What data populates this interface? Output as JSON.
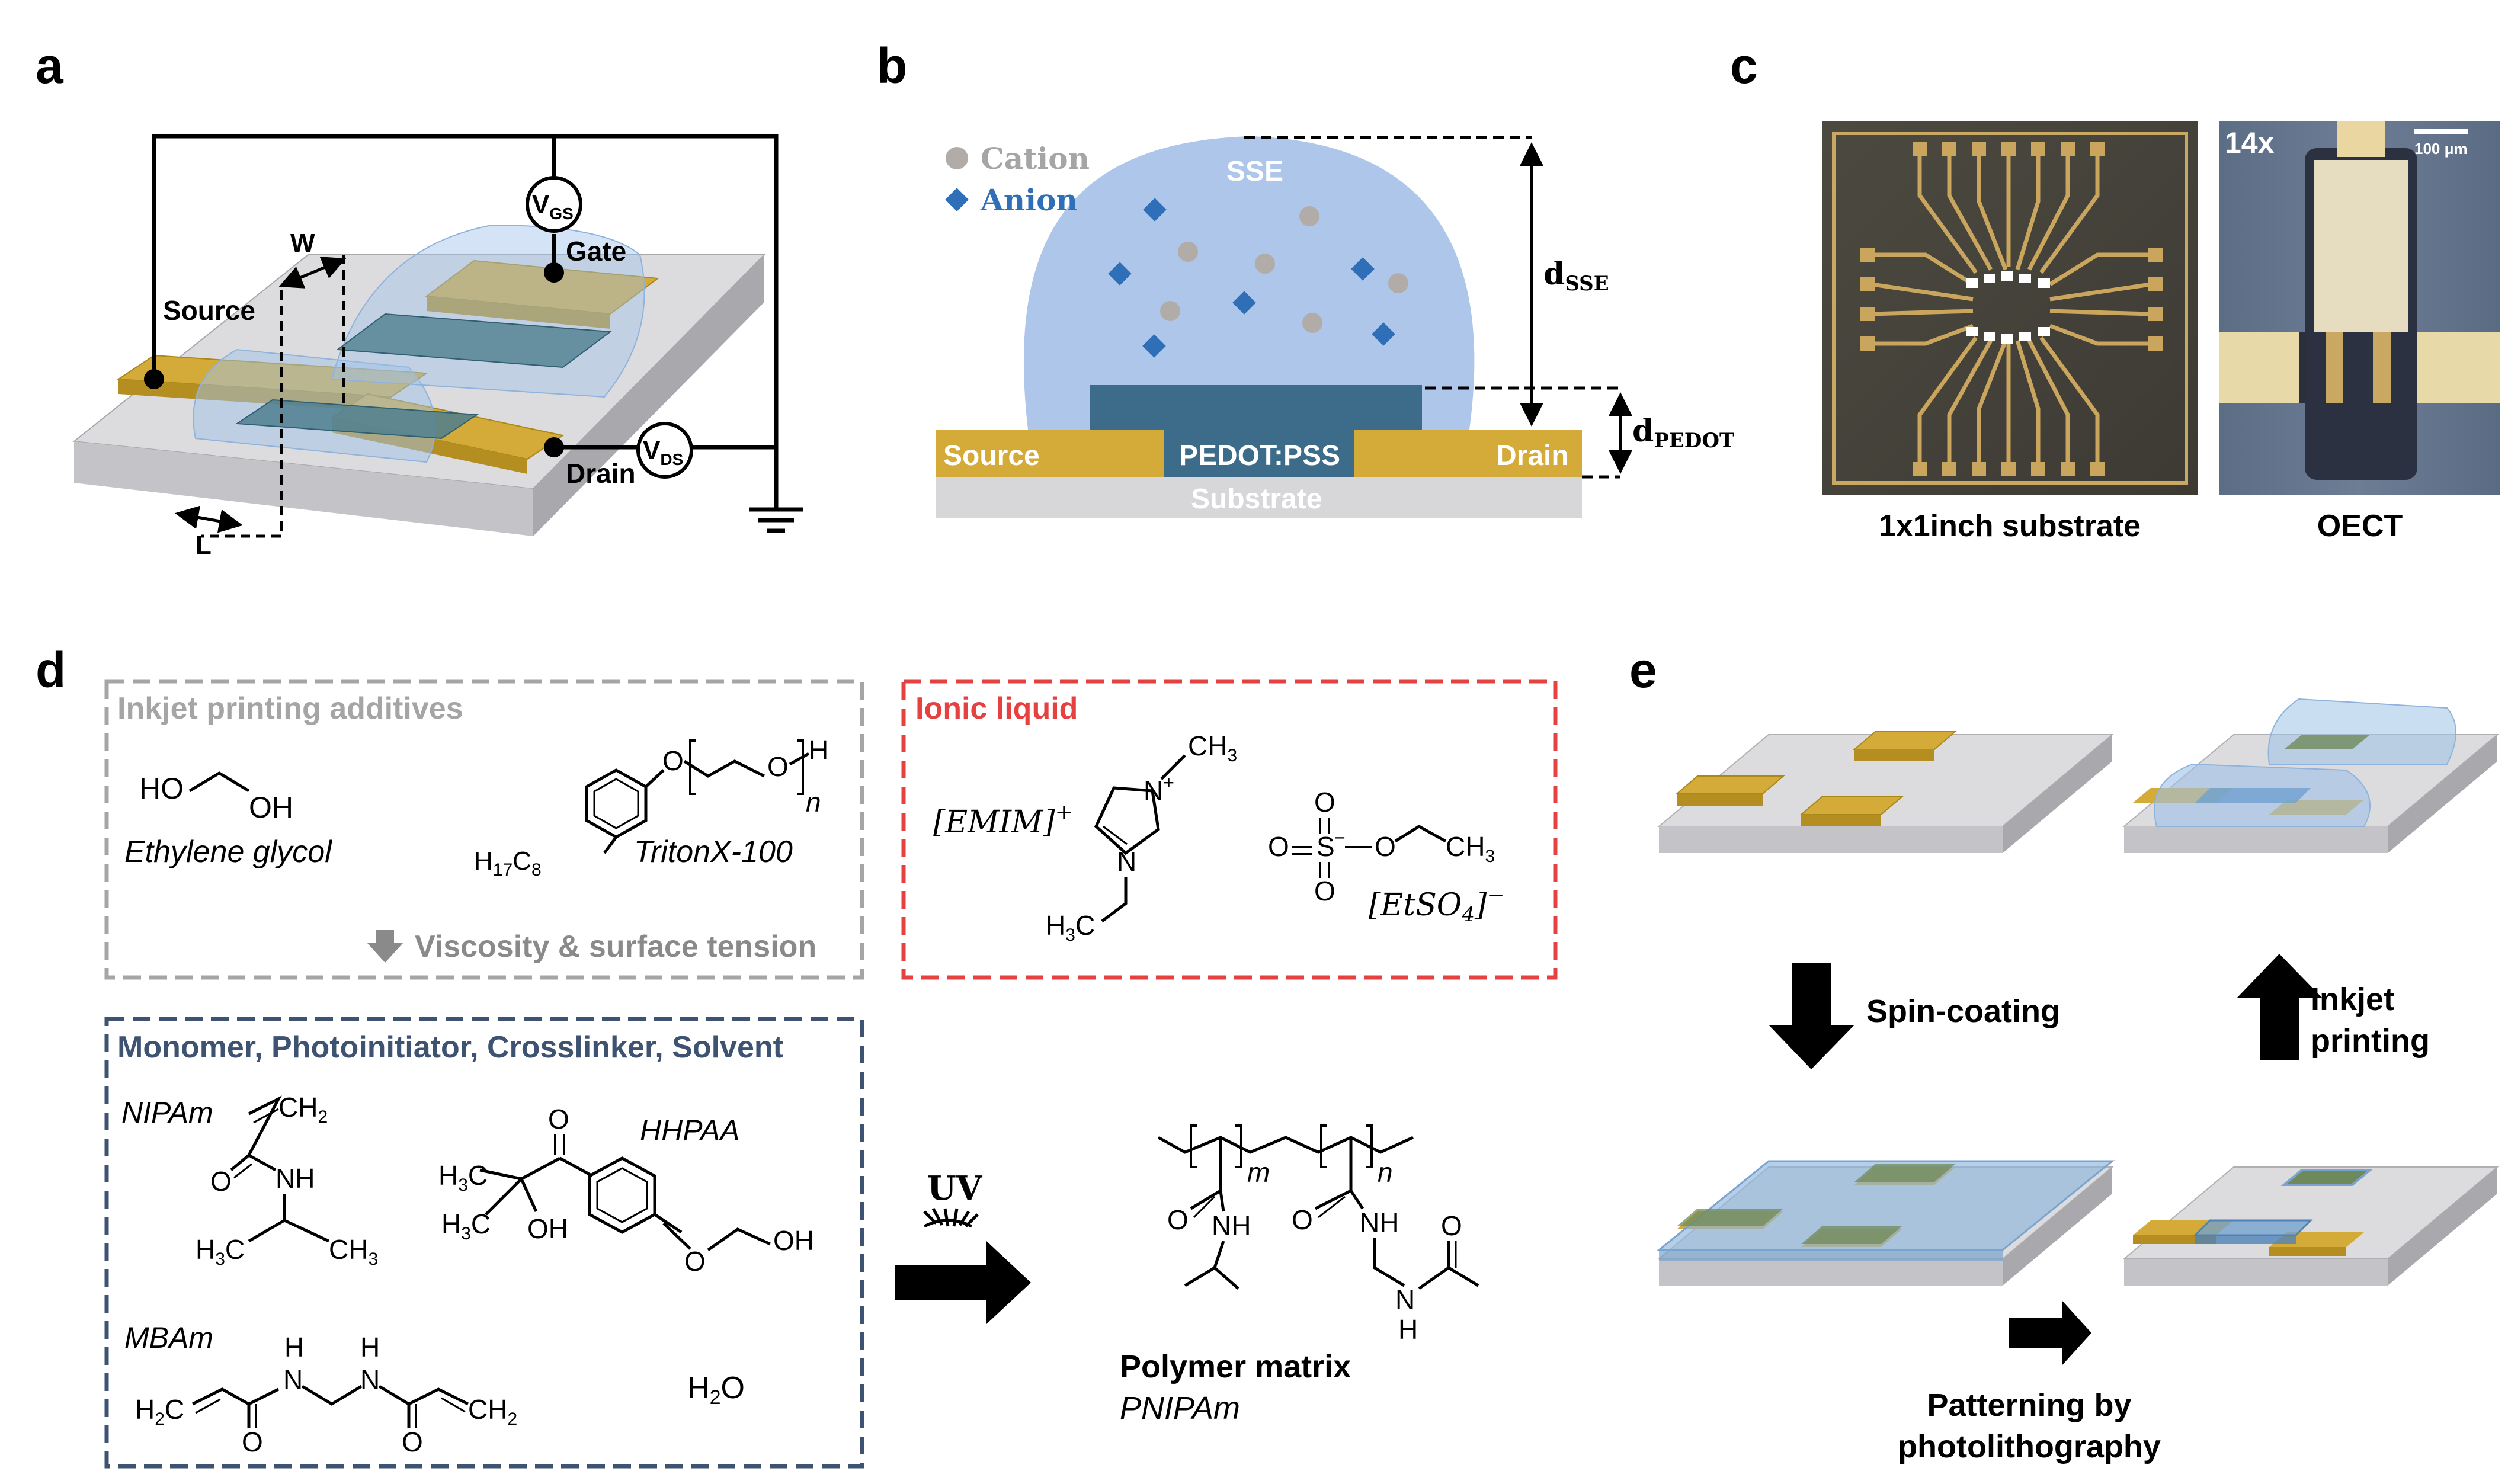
{
  "panel_letters": {
    "a": "a",
    "b": "b",
    "c": "c",
    "d": "d",
    "e": "e"
  },
  "panel_a": {
    "source": "Source",
    "gate": "Gate",
    "drain": "Drain",
    "vgs_main": "V",
    "vgs_sub": "GS",
    "vds_main": "V",
    "vds_sub": "DS",
    "w": "W",
    "l": "L"
  },
  "panel_b": {
    "cation": "Cation",
    "anion": "Anion",
    "sse": "SSE",
    "pedot_pss": "PEDOT:PSS",
    "source": "Source",
    "drain": "Drain",
    "substrate": "Substrate",
    "d_sse_main": "d",
    "d_sse_sub": "SSE",
    "d_pedot_main": "d",
    "d_pedot_sub": "PEDOT"
  },
  "panel_c": {
    "substrate_caption": "1x1inch substrate",
    "oect_caption": "OECT",
    "magnification": "14x",
    "scale_bar": "100 μm"
  },
  "panel_d": {
    "inkjet_title": "Inkjet printing additives",
    "ethylene_glycol_formula_a": "HO",
    "ethylene_glycol_formula_b": "OH",
    "ethylene_glycol": "Ethylene glycol",
    "triton": "TritonX-100",
    "triton_alkyl_a": "H",
    "triton_alkyl_b": "17",
    "triton_alkyl_c": "C",
    "triton_alkyl_d": "8",
    "triton_o1": "O",
    "triton_o2": "O",
    "triton_h": "H",
    "triton_n": "n",
    "viscosity": "Viscosity & surface tension",
    "ionic_title": "Ionic liquid",
    "emim_a": "[EMIM]",
    "emim_charge": "+",
    "etso4_a": "[EtSO",
    "etso4_sub": "4",
    "etso4_b": "]",
    "etso4_charge": "−",
    "ring_n1": "N",
    "ring_n1_charge": "+",
    "ring_n2": "N",
    "ring_ch3": "CH",
    "ring_ch3_sub": "3",
    "ring_h3c_a": "H",
    "ring_h3c_sub": "3",
    "ring_h3c_b": "C",
    "sulfate_o1": "O",
    "sulfate_o2": "O",
    "sulfate_s": "S",
    "sulfate_minus": "−",
    "sulfate_o3": "O",
    "sulfate_o4": "O",
    "sulfate_ch3": "CH",
    "sulfate_ch3_sub": "3",
    "monomer_title": "Monomer, Photoinitiator, Crosslinker, Solvent",
    "nipam": "NIPAm",
    "nipam_ch2": "CH",
    "nipam_ch2_sub": "2",
    "nipam_o": "O",
    "nipam_nh": "NH",
    "nipam_h3c_a": "H",
    "nipam_h3c_sub": "3",
    "nipam_h3c_b": "C",
    "nipam_ch3": "CH",
    "nipam_ch3_sub": "3",
    "hhpaa": "HHPAA",
    "hhpaa_o": "O",
    "hhpaa_h3c1_a": "H",
    "hhpaa_h3c1_sub": "3",
    "hhpaa_h3c1_b": "C",
    "hhpaa_h3c2_a": "H",
    "hhpaa_h3c2_sub": "3",
    "hhpaa_h3c2_b": "C",
    "hhpaa_oh1": "OH",
    "hhpaa_o2": "O",
    "hhpaa_oh2": "OH",
    "mbam": "MBAm",
    "mbam_h2c_a": "H",
    "mbam_h2c_sub": "2",
    "mbam_h2c_b": "C",
    "mbam_h1": "H",
    "mbam_n1": "N",
    "mbam_h2": "H",
    "mbam_n2": "N",
    "mbam_o1": "O",
    "mbam_o2": "O",
    "mbam_ch2": "CH",
    "mbam_ch2_sub": "2",
    "water_a": "H",
    "water_sub": "2",
    "water_b": "O",
    "uv": "UV",
    "polymer_m": "m",
    "polymer_n": "n",
    "polymer_o1": "O",
    "polymer_nh1": "NH",
    "polymer_o2": "O",
    "polymer_nh2": "NH",
    "polymer_o3": "O",
    "polymer_n3": "N",
    "polymer_h3": "H",
    "polymer_title": "Polymer matrix",
    "polymer_name": "PNIPAm"
  },
  "panel_e": {
    "spin_coating": "Spin-coating",
    "inkjet_1": "Inkjet",
    "inkjet_2": "printing",
    "pattern_1": "Patterning by",
    "pattern_2": "photolithography"
  },
  "colors": {
    "gold": "#d4aa38",
    "gold_dark": "#b58e22",
    "substrate_top": "#e0e0e2",
    "substrate_side": "#b8b8bc",
    "pedot": "#3d6b8a",
    "sse_fill": "#a9c3e9",
    "cation": "#b2aca8",
    "anion": "#2e6fb7",
    "ionic_red": "#e64141",
    "monomer_navy": "#3e5372",
    "inkjet_gray": "#a5a5a5",
    "label_gray": "#999999",
    "anion_text": "#2e6fb7"
  }
}
